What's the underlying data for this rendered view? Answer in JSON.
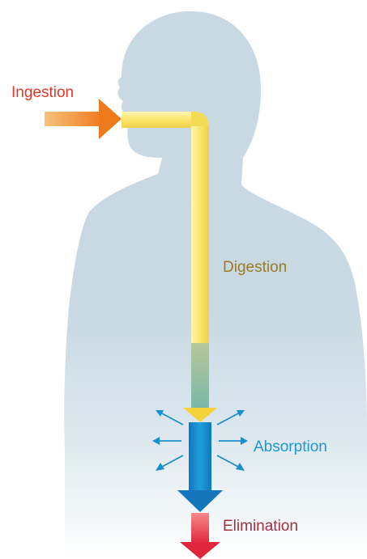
{
  "labels": {
    "ingestion": "Ingestion",
    "digestion": "Digestion",
    "absorption": "Absorption",
    "elimination": "Elimination"
  },
  "colors": {
    "body": "#c8d9e3",
    "ingestion_arrow": "#ef8a2c",
    "ingestion_text": "#e2382a",
    "digestion_tube": "#f8e86a",
    "digestion_text": "#9e7a26",
    "absorption_arrow": "#1a8fd0",
    "absorption_text": "#1f97cf",
    "elimination_arrow": "#e0263b",
    "elimination_text": "#a3303e"
  }
}
